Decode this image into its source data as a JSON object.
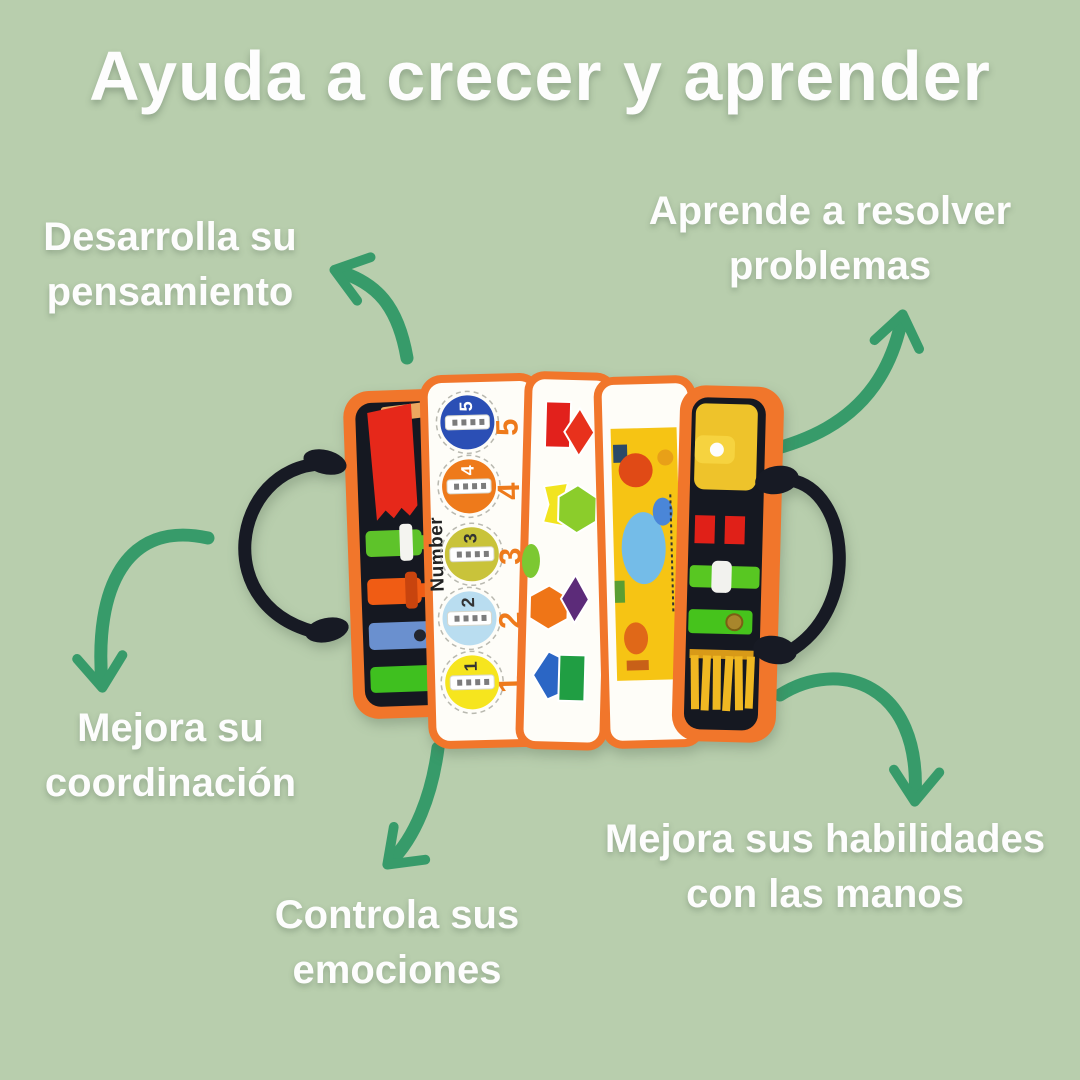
{
  "title": "Ayuda a crecer y aprender",
  "labels": {
    "top_left": "Desarrolla su\npensamiento",
    "top_right": "Aprende a resolver\nproblemas",
    "middle_left": "Mejora su\ncoordinación",
    "bottom_center": "Controla sus\nemociones",
    "bottom_right": "Mejora sus habilidades\ncon las manos"
  },
  "product": {
    "number_page": {
      "heading": "Number",
      "side_numbers": [
        "5",
        "4",
        "3",
        "2",
        "1"
      ],
      "circle_numbers": [
        "5",
        "4",
        "3",
        "2",
        "1"
      ],
      "circle_colors": [
        "#2b4fb5",
        "#ee7a1b",
        "#c9c33a",
        "#b9ddf0",
        "#f6e51e"
      ],
      "numeral_color": "#ee7a1b"
    }
  },
  "theme": {
    "background_color": "#b8cead",
    "arrow_color": "#379b6a",
    "label_text_color": "#fdfdfd",
    "trim_color": "#f1762b",
    "panel_color": "#151821",
    "handle_color": "#171a24"
  }
}
